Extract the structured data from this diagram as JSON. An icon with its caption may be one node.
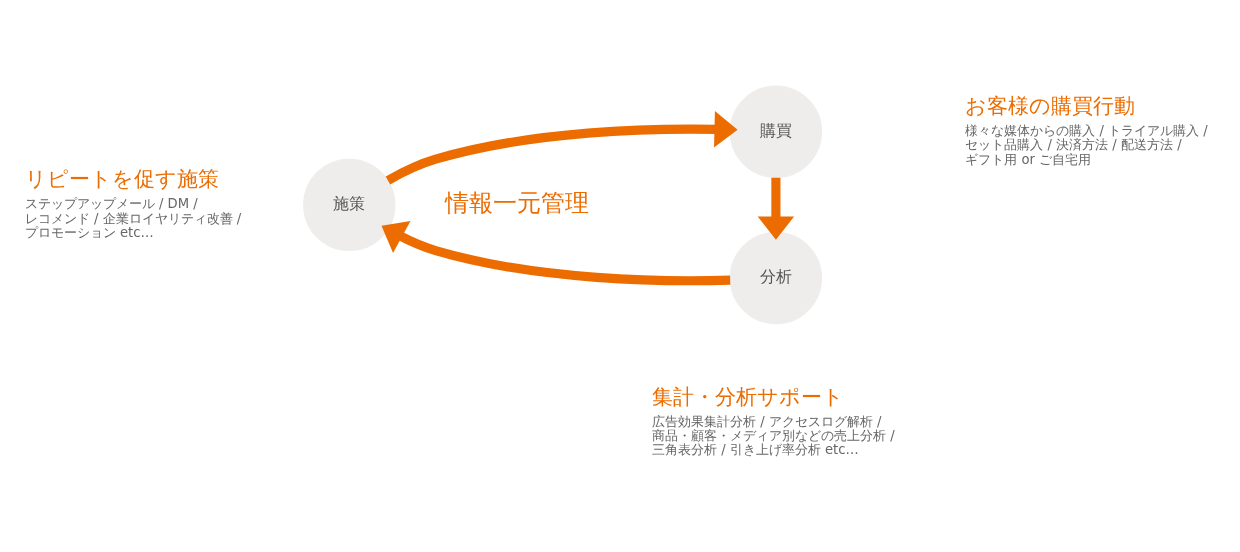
{
  "diagram": {
    "nodes": [
      {
        "text": [
          "購買"
        ],
        "beside": [
          "お客様の購買行動",
          "様々な媒体からの購入 / トライアル購入 / セット品購入 / 決済方法 / 配送方法 / ギフト用 or ご自宅用"
        ]
      },
      {
        "text": [
          "施策"
        ],
        "beside": [
          "リピートを促す施策",
          "ステップアップメール / DM / レコメンド / 企業ロイヤリティ改善 / プロモーション etc…"
        ]
      },
      {
        "text": [
          "分析"
        ],
        "beside": [
          "集計・分析サポート",
          "広告効果集計分析 / アクセスログ解析 / 商品・顧客・メディア別などの売上分析 / 三角表分析 / 引き上げ率分析 etc…"
        ]
      }
    ],
    "edges": [
      {
        "from": 1,
        "to": 0,
        "arrow": "to"
      },
      {
        "from": 0,
        "to": 2,
        "arrow": "to"
      },
      {
        "from": 2,
        "to": 1,
        "arrow": "to"
      }
    ],
    "labels": [
      "情報一元管理"
    ]
  }
}
